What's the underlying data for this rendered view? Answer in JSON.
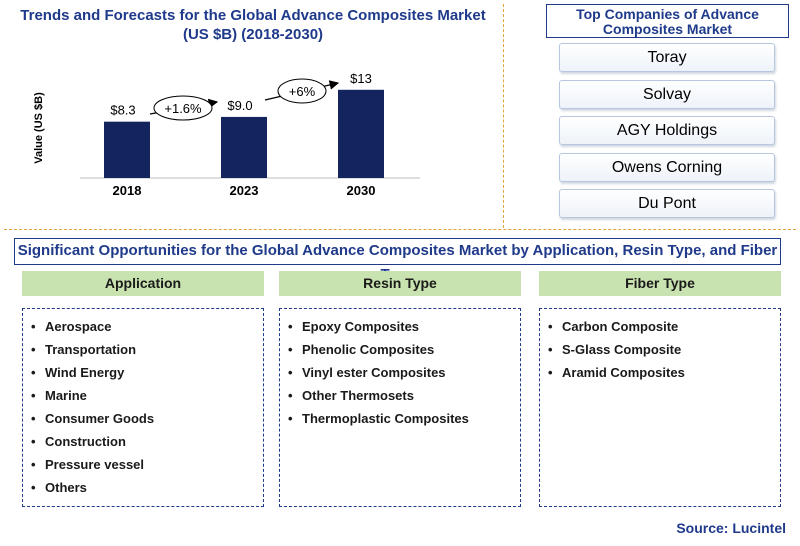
{
  "chart": {
    "title_line1": "Trends and Forecasts for the Global Advance Composites  Market",
    "title_line2": "(US $B) (2018-2030)"
  },
  "chart_data": {
    "type": "bar",
    "categories": [
      "2018",
      "2023",
      "2030"
    ],
    "values": [
      8.3,
      9.0,
      13
    ],
    "value_labels": [
      "$8.3",
      "$9.0",
      "$13"
    ],
    "ylabel": "Value (US $B)",
    "xlabel": "",
    "ylim": [
      0,
      14
    ],
    "grid": false,
    "bar_color": "#13245e",
    "growth_annotations": [
      {
        "from": "2018",
        "to": "2023",
        "label": "+1.6%"
      },
      {
        "from": "2023",
        "to": "2030",
        "label": "+6%"
      }
    ]
  },
  "companies": {
    "title": "Top Companies of Advance Composites Market",
    "items": [
      "Toray",
      "Solvay",
      "AGY Holdings",
      "Owens Corning",
      "Du Pont"
    ]
  },
  "opportunities": {
    "title": "Significant Opportunities for the Global Advance Composites Market by Application, Resin Type, and Fiber Type",
    "columns": [
      {
        "header": "Application",
        "items": [
          "Aerospace",
          "Transportation",
          "Wind Energy",
          "Marine",
          "Consumer Goods",
          "Construction",
          "Pressure vessel",
          "Others"
        ]
      },
      {
        "header": "Resin Type",
        "items": [
          "Epoxy Composites",
          "Phenolic Composites",
          "Vinyl ester Composites",
          "Other Thermosets",
          "Thermoplastic Composites"
        ]
      },
      {
        "header": "Fiber Type",
        "items": [
          "Carbon Composite",
          "S-Glass Composite",
          "Aramid Composites"
        ]
      }
    ]
  },
  "source": "Source: Lucintel",
  "colors": {
    "accent": "#1f3a8a",
    "bar": "#13245e",
    "column_header_bg": "#c9e3b0",
    "divider": "#e0a43a"
  }
}
